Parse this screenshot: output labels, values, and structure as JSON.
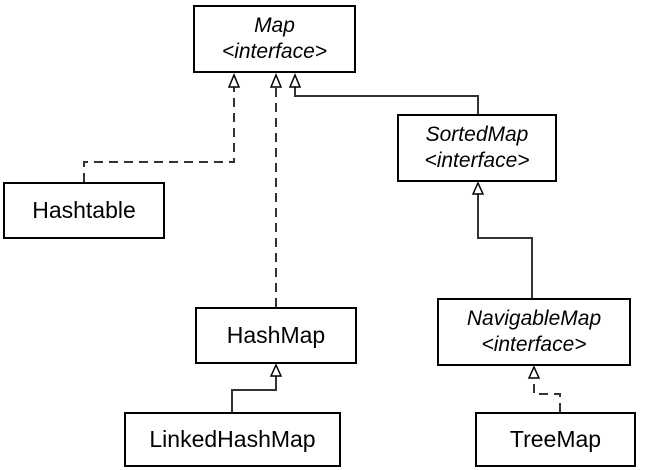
{
  "diagram": {
    "nodes": {
      "map": {
        "name": "Map",
        "stereotype": "<interface>"
      },
      "sorted": {
        "name": "SortedMap",
        "stereotype": "<interface>"
      },
      "hashtable": {
        "name": "Hashtable"
      },
      "hashmap": {
        "name": "HashMap"
      },
      "navigable": {
        "name": "NavigableMap",
        "stereotype": "<interface>"
      },
      "linked": {
        "name": "LinkedHashMap"
      },
      "treemap": {
        "name": "TreeMap"
      }
    },
    "edges": [
      {
        "from": "hashtable",
        "to": "map",
        "line": "dashed",
        "head": "hollow-triangle"
      },
      {
        "from": "hashmap",
        "to": "map",
        "line": "dashed",
        "head": "hollow-triangle"
      },
      {
        "from": "sorted",
        "to": "map",
        "line": "solid",
        "head": "hollow-triangle"
      },
      {
        "from": "navigable",
        "to": "sorted",
        "line": "solid",
        "head": "hollow-triangle"
      },
      {
        "from": "linked",
        "to": "hashmap",
        "line": "solid",
        "head": "hollow-triangle"
      },
      {
        "from": "treemap",
        "to": "navigable",
        "line": "dashed",
        "head": "hollow-triangle"
      }
    ]
  }
}
